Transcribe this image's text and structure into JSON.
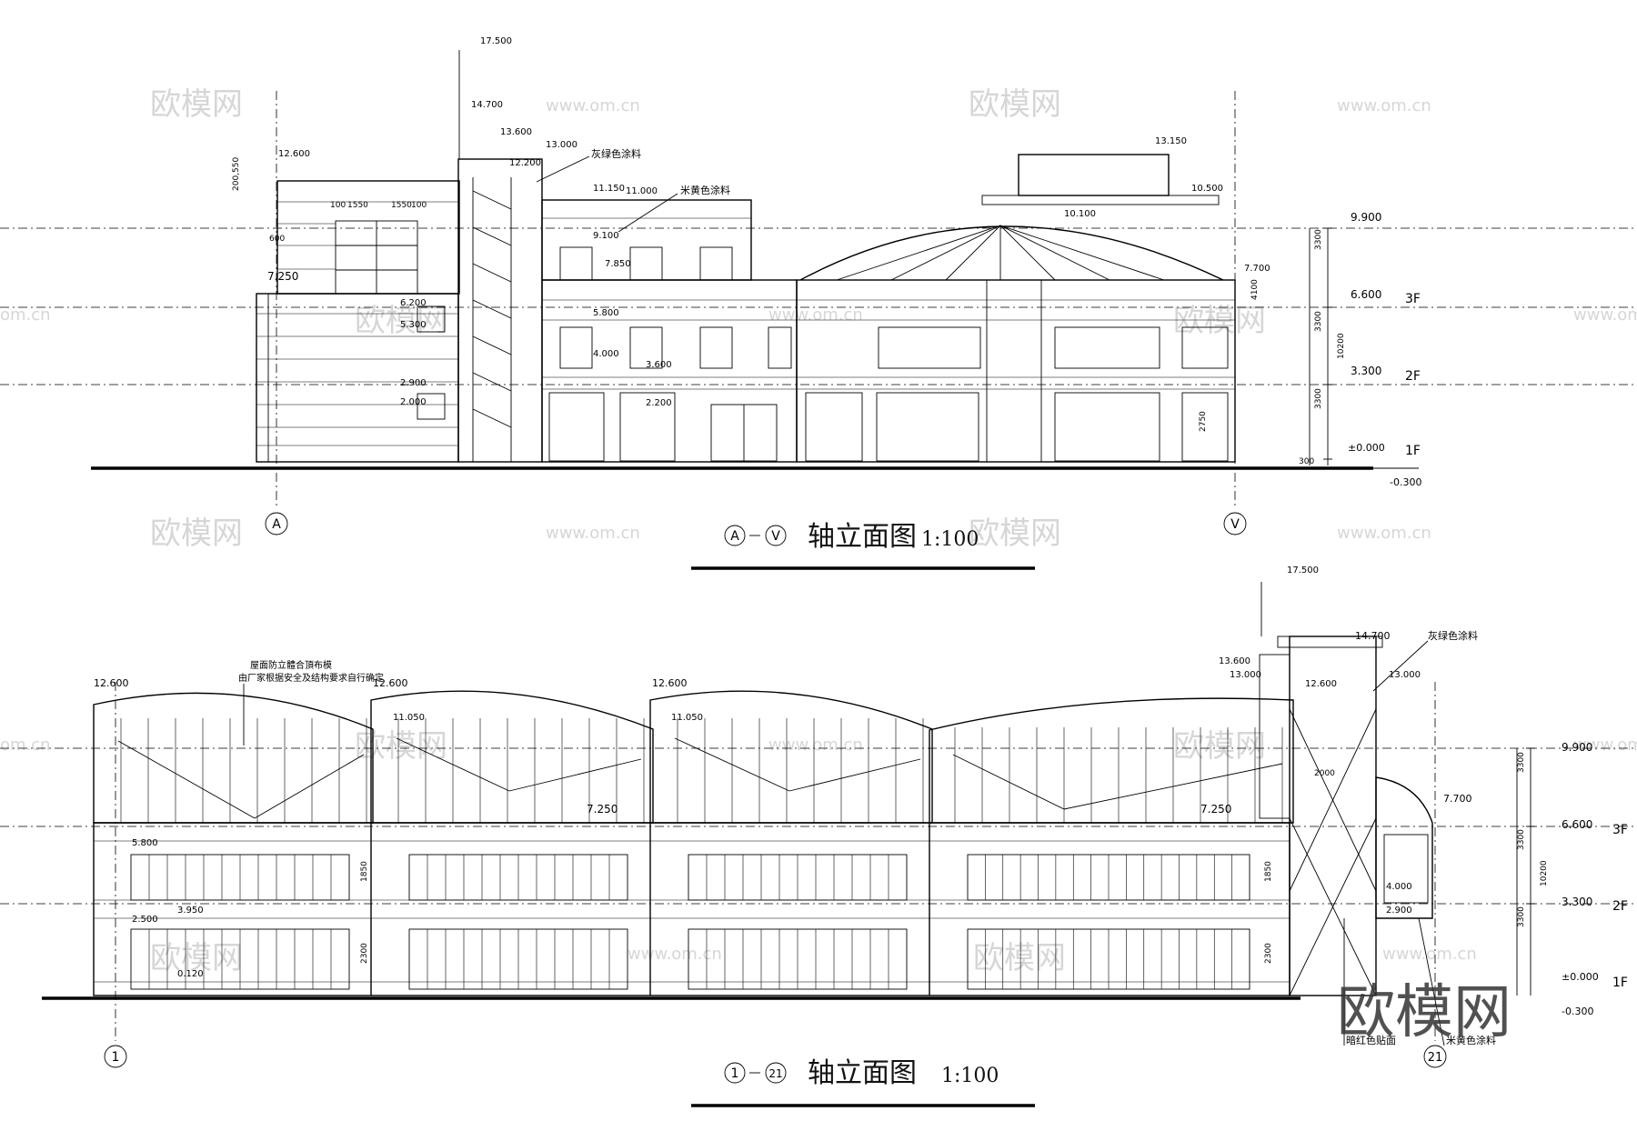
{
  "watermarks": {
    "brand": "欧模网",
    "url": "www.om.cn",
    "url_fragment": "om.cn"
  },
  "top_elevation": {
    "title": "轴立面图",
    "axis_range": [
      "A",
      "V"
    ],
    "scale": "1:100",
    "axis_start": "A",
    "axis_end": "V",
    "levels": {
      "l17500": "17.500",
      "l14700": "14.700",
      "l13600": "13.600",
      "l13000": "13.000",
      "l12600": "12.600",
      "l12200": "12.200",
      "l13150": "13.150",
      "l11150": "11.150",
      "l11000": "11.000",
      "l10500": "10.500",
      "l10100": "10.100",
      "l9900": "9.900",
      "l9100": "9.100",
      "l7850": "7.850",
      "l7700": "7.700",
      "l7250": "7.250",
      "l6600": "6.600",
      "l6200": "6.200",
      "l5800": "5.800",
      "l5300": "5.300",
      "l4000": "4.000",
      "l3600": "3.600",
      "l3300": "3.300",
      "l2900": "2.900",
      "l2200": "2.200",
      "l2000": "2.000",
      "l0": "±0.000",
      "lneg": "-0.300"
    },
    "dims": {
      "d100a": "100",
      "d1550a": "1550",
      "d1550b": "1550",
      "d100b": "100",
      "d3300a": "3300",
      "d3300b": "3300",
      "d3300c": "3300",
      "d10200": "10200",
      "d4100": "4100",
      "d2750": "2750",
      "d300": "300",
      "d600": "600",
      "d200": "200,550"
    },
    "floors": [
      "3F",
      "2F",
      "1F"
    ],
    "notes": {
      "grey_green": "灰绿色涂料",
      "beige": "米黄色涂料"
    }
  },
  "bottom_elevation": {
    "title": "轴立面图",
    "axis_range": [
      "1",
      "21"
    ],
    "scale": "1:100",
    "axis_start": "1",
    "axis_end": "21",
    "levels": {
      "l17500": "17.500",
      "l14700": "14.700",
      "l13600": "13.600",
      "l13000": "13.000",
      "l12600a": "12.600",
      "l12600b": "12.600",
      "l12600c": "12.600",
      "l12600d": "12.600",
      "l11050a": "11.050",
      "l11050b": "11.050",
      "l9900": "9.900",
      "l7700": "7.700",
      "l7250a": "7.250",
      "l7250b": "7.250",
      "l6600": "6.600",
      "l5800": "5.800",
      "l4000": "4.000",
      "l3950": "3.950",
      "l3300": "3.300",
      "l2900": "2.900",
      "l2500": "2.500",
      "l0120": "0.120",
      "l0": "±0.000",
      "lneg": "-0.300"
    },
    "dims": {
      "d3300a": "3300",
      "d3300b": "3300",
      "d3300c": "3300",
      "d10200": "10200",
      "d1850a": "1850",
      "d1850b": "1850",
      "d2300a": "2300",
      "d2300b": "2300",
      "d2000": "2000"
    },
    "floors": [
      "3F",
      "2F",
      "1F"
    ],
    "notes": {
      "steel_note_1": "屋面防立體合頂布模",
      "steel_note_2": "由厂家根据安全及结构要求自行确定",
      "grey_green": "灰绿色涂料",
      "red_tile": "暗红色贴面",
      "beige": "米黄色涂料"
    }
  },
  "colors": {
    "line": "#000000",
    "watermark": "#d6d6d6",
    "background": "#ffffff"
  }
}
